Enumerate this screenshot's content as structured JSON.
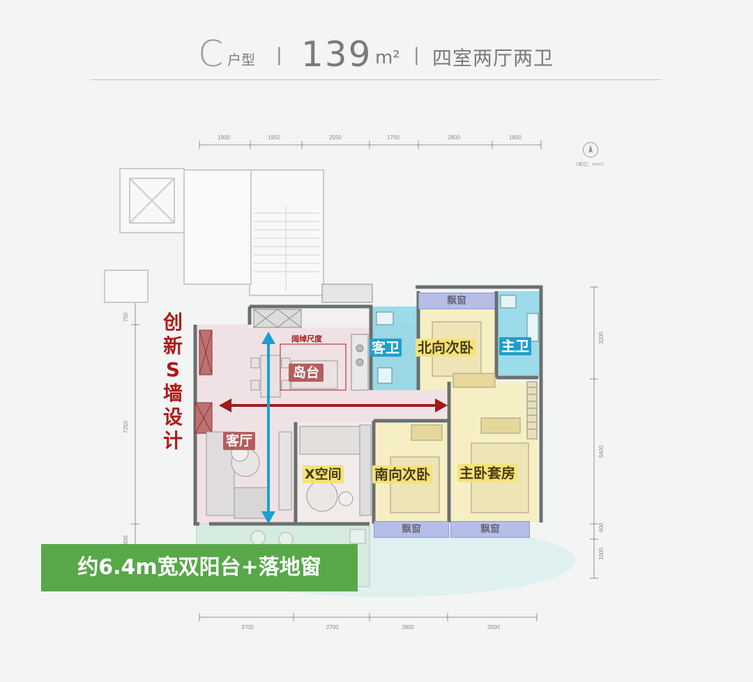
{
  "header": {
    "type_letter": "C",
    "type_suffix": "户型",
    "divider": "|",
    "area_number": "139",
    "area_unit": "m²",
    "layout_desc": "四室两厅两卫"
  },
  "dimensions": {
    "top": [
      "1900",
      "1950",
      "2550",
      "1700",
      "2800",
      "1800"
    ],
    "bottom": [
      "3700",
      "2700",
      "2800",
      "3500"
    ],
    "left": [
      "750",
      "7250",
      "800"
    ],
    "right": [
      "3200",
      "5400",
      "600",
      "1000"
    ],
    "unit_note": "(单位：mm)"
  },
  "rooms": {
    "guest_bath": "客卫",
    "north_bedroom": "北向次卧",
    "master_bath": "主卫",
    "island": "岛台",
    "island_note": "阔绰尺度",
    "living_room": "客厅",
    "x_space": "X空间",
    "south_bedroom": "南向次卧",
    "master_suite": "主卧套房",
    "bay_window_top": "飘窗",
    "bay_window_left": "飘窗",
    "bay_window_right": "飘窗"
  },
  "callouts": {
    "s_wall": "创新S墙设计",
    "balcony": "约6.4m宽双阳台+落地窗"
  },
  "colors": {
    "arrow_red": "#a0191b",
    "arrow_blue": "#1aa0d0",
    "label_yellow": "#f4e27a",
    "label_blue": "#1f9fcc",
    "banner_green": "#58a84a"
  }
}
